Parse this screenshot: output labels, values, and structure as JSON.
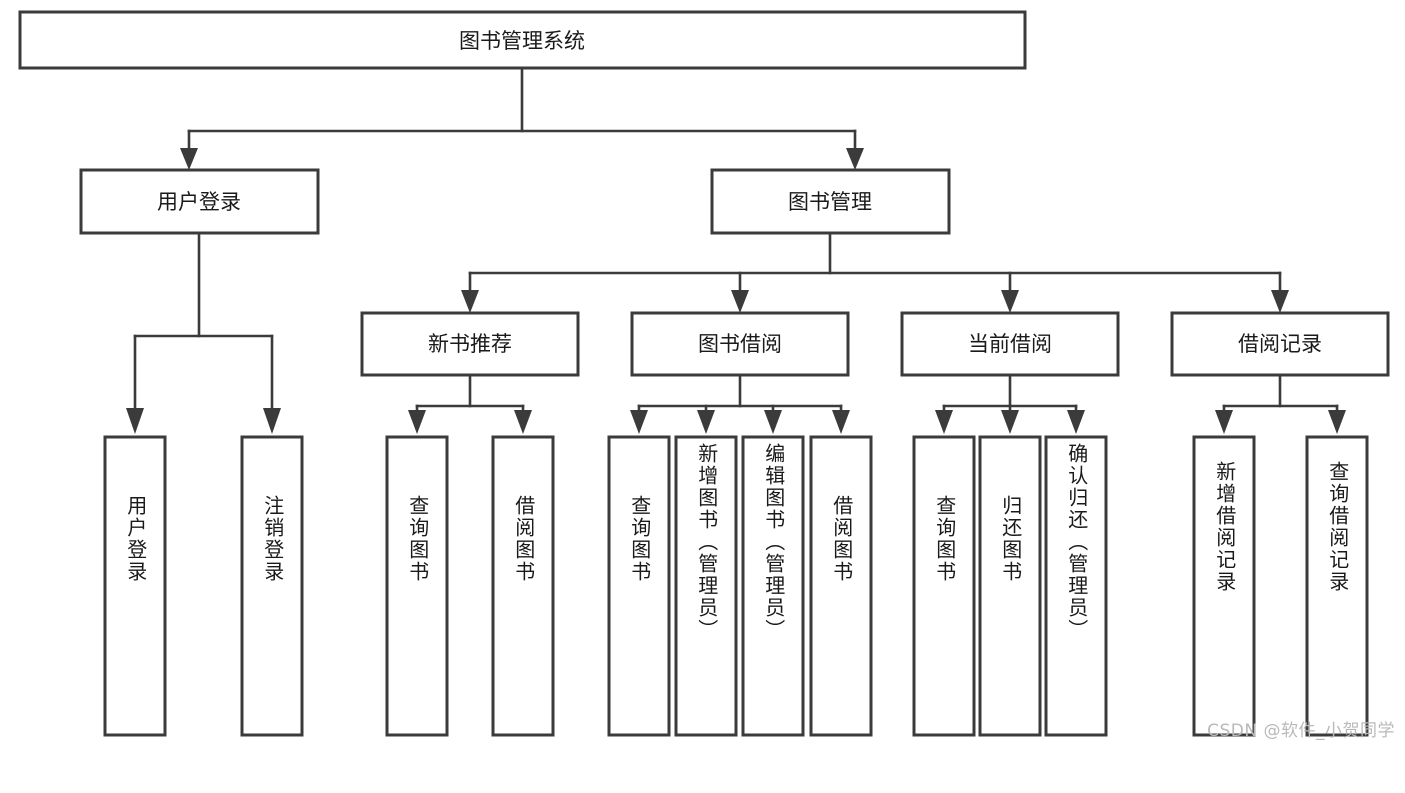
{
  "diagram": {
    "title": "图书管理系统",
    "type": "tree-hierarchy",
    "watermark": "CSDN @软件_小贺同学",
    "colors": {
      "box_stroke": "#3b3b3b",
      "box_fill": "#ffffff",
      "connector": "#3b3b3b",
      "text": "#1a1a1a",
      "watermark": "#b9b9b9",
      "background": "#ffffff"
    },
    "root": {
      "label": "图书管理系统"
    },
    "level2": [
      {
        "label": "用户登录"
      },
      {
        "label": "图书管理"
      }
    ],
    "level3": [
      {
        "label": "新书推荐"
      },
      {
        "label": "图书借阅"
      },
      {
        "label": "当前借阅"
      },
      {
        "label": "借阅记录"
      }
    ],
    "leaves": {
      "user_login": [
        {
          "label": "用户登录"
        },
        {
          "label": "注销登录"
        }
      ],
      "new_book_recommend": [
        {
          "label": "查询图书"
        },
        {
          "label": "借阅图书"
        }
      ],
      "book_borrow": [
        {
          "label": "查询图书"
        },
        {
          "label": "新增图书（管理员）"
        },
        {
          "label": "编辑图书（管理员）"
        },
        {
          "label": "借阅图书"
        }
      ],
      "current_borrow": [
        {
          "label": "查询图书"
        },
        {
          "label": "归还图书"
        },
        {
          "label": "确认归还（管理员）"
        }
      ],
      "borrow_record": [
        {
          "label": "新增借阅记录"
        },
        {
          "label": "查询借阅记录"
        }
      ]
    }
  }
}
